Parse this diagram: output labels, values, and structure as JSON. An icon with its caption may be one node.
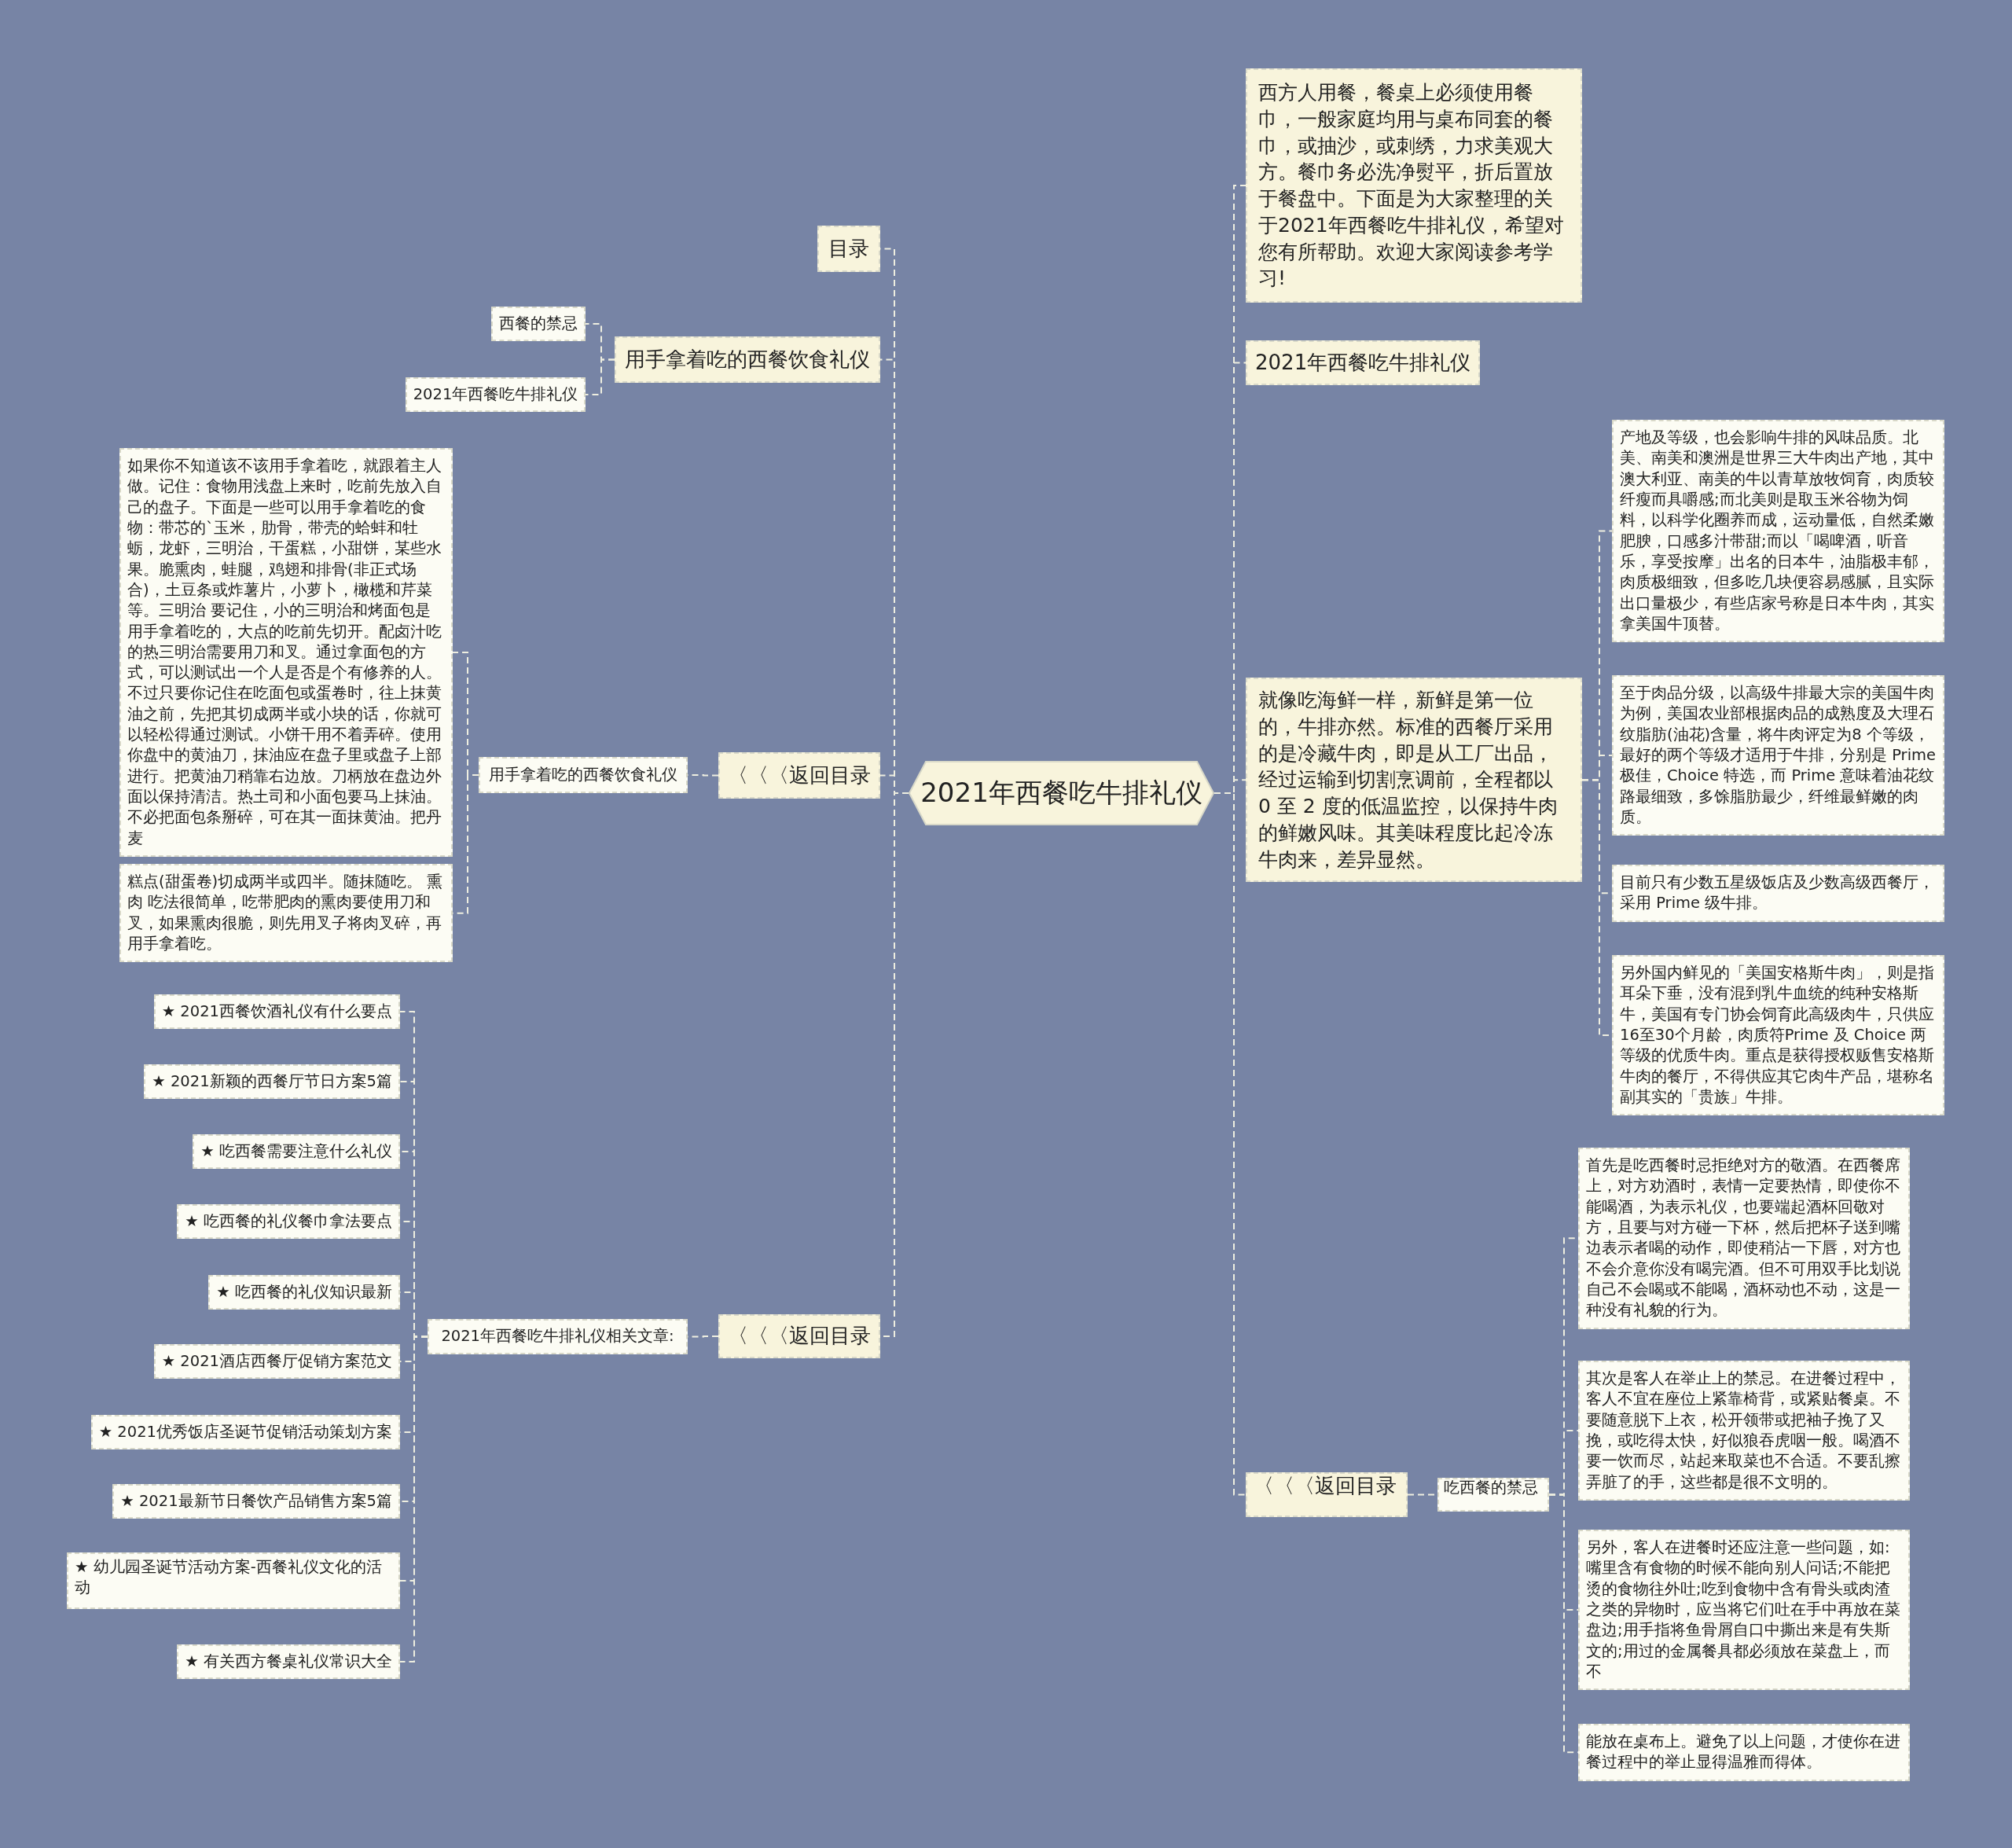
{
  "diagram": {
    "nodes": [
      {
        "text": [
          "2021年西餐吃牛排礼仪"
        ]
      },
      {
        "text": [
          "西方人用餐，餐桌上必须使用餐巾，一般家庭均用与桌布同套的餐巾，或抽沙，或刺绣，力求美观大方。餐巾务必洗净熨平，折后置放于餐盘中。下面是为大家整理的关于2021年西餐吃牛排礼仪，希望对您有所帮助。欢迎大家阅读参考学习!"
        ]
      },
      {
        "text": [
          "2021年西餐吃牛排礼仪"
        ]
      },
      {
        "text": [
          "就像吃海鲜一样，新鲜是第一位的，牛排亦然。标准的西餐厅采用的是冷藏牛肉，即是从工厂出品，经过运输到切割烹调前，全程都以 0 至 2 度的低温监控，以保持牛肉的鲜嫩风味。其美味程度比起冷冻牛肉来，差异显然。"
        ]
      },
      {
        "text": [
          "产地及等级，也会影响牛排的风味品质。北美、南美和澳洲是世界三大牛肉出产地，其中澳大利亚、南美的牛以青草放牧饲育，肉质较纤瘦而具嚼感;而北美则是取玉米谷物为饲料，以科学化圈养而成，运动量低，自然柔嫩肥腴，口感多汁带甜;而以「喝啤酒，听音乐，享受按摩」出名的日本牛，油脂极丰郁，肉质极细致，但多吃几块便容易感腻，且实际出口量极少，有些店家号称是日本牛肉，其实拿美国牛顶替。"
        ]
      },
      {
        "text": [
          "至于肉品分级，以高级牛排最大宗的美国牛肉为例，美国农业部根据肉品的成熟度及大理石纹脂肪(油花)含量，将牛肉评定为8 个等级，最好的两个等级才适用于牛排，分别是 Prime 极佳，Choice 特选，而 Prime 意味着油花纹路最细致，多馀脂肪最少，纤维最鲜嫩的肉质。"
        ]
      },
      {
        "text": [
          "目前只有少数五星级饭店及少数高级西餐厅，采用 Prime 级牛排。"
        ]
      },
      {
        "text": [
          "另外国内鲜见的「美国安格斯牛肉」，则是指耳朵下垂，没有混到乳牛血统的纯种安格斯牛，美国有专门协会饲育此高级肉牛，只供应 16至30个月龄，肉质符Prime 及 Choice 两等级的优质牛肉。重点是获得授权贩售安格斯牛肉的餐厅，不得供应其它肉牛产品，堪称名副其实的「贵族」牛排。"
        ]
      },
      {
        "text": [
          "〈〈〈返回目录"
        ]
      },
      {
        "text": [
          "吃西餐的禁忌"
        ]
      },
      {
        "text": [
          "首先是吃西餐时忌拒绝对方的敬酒。在西餐席上，对方劝酒时，表情一定要热情，即使你不能喝酒，为表示礼仪，也要端起酒杯回敬对方，且要与对方碰一下杯，然后把杯子送到嘴边表示者喝的动作，即使稍沾一下唇，对方也不会介意你没有喝完酒。但不可用双手比划说自己不会喝或不能喝，酒杯动也不动，这是一种没有礼貌的行为。"
        ]
      },
      {
        "text": [
          "其次是客人在举止上的禁忌。在进餐过程中，客人不宜在座位上紧靠椅背，或紧贴餐桌。不要随意脱下上衣，松开领带或把袖子挽了又挽，或吃得太快，好似狼吞虎咽一般。喝酒不要一饮而尽，站起来取菜也不合适。不要乱擦弄脏了的手，这些都是很不文明的。"
        ]
      },
      {
        "text": [
          "另外，客人在进餐时还应注意一些问题，如:嘴里含有食物的时候不能向别人问话;不能把烫的食物往外吐;吃到食物中含有骨头或肉渣之类的异物时，应当将它们吐在手中再放在菜盘边;用手指将鱼骨屑自口中撕出来是有失斯文的;用过的金属餐具都必须放在菜盘上，而不"
        ]
      },
      {
        "text": [
          "能放在桌布上。避免了以上问题，才使你在进餐过程中的举止显得温雅而得体。"
        ]
      },
      {
        "text": [
          "目录"
        ]
      },
      {
        "text": [
          "用手拿着吃的西餐饮食礼仪"
        ]
      },
      {
        "text": [
          "西餐的禁忌"
        ]
      },
      {
        "text": [
          "2021年西餐吃牛排礼仪"
        ]
      },
      {
        "text": [
          "〈〈〈返回目录"
        ]
      },
      {
        "text": [
          "用手拿着吃的西餐饮食礼仪"
        ]
      },
      {
        "text": [
          "如果你不知道该不该用手拿着吃，就跟着主人做。记住：食物用浅盘上来时，吃前先放入自己的盘子。下面是一些可以用手拿着吃的食物：带芯的`玉米，肋骨，带壳的蛤蚌和牡蛎，龙虾，三明治，干蛋糕，小甜饼，某些水果。脆熏肉，蛙腿，鸡翅和排骨(非正式场合)，土豆条或炸薯片，小萝卜，橄榄和芹菜等。三明治 要记住，小的三明治和烤面包是用手拿着吃的，大点的吃前先切开。配卤汁吃的热三明治需要用刀和叉。通过拿面包的方式，可以测试出一个人是否是个有修养的人。不过只要你记住在吃面包或蛋卷时，往上抹黄油之前，先把其切成两半或小块的话，你就可以轻松得通过测试。小饼干用不着弄碎。使用你盘中的黄油刀，抹油应在盘子里或盘子上部进行。把黄油刀稍靠右边放。刀柄放在盘边外面以保持清洁。热土司和小面包要马上抹油。不必把面包条掰碎，可在其一面抹黄油。把丹麦"
        ]
      },
      {
        "text": [
          "糕点(甜蛋卷)切成两半或四半。随抹随吃。 熏肉 吃法很简单，吃带肥肉的熏肉要使用刀和叉，如果熏肉很脆，则先用叉子将肉叉碎，再用手拿着吃。"
        ]
      },
      {
        "text": [
          "〈〈〈返回目录"
        ]
      },
      {
        "text": [
          "2021年西餐吃牛排礼仪相关文章:"
        ]
      },
      {
        "text": [
          "★ 2021西餐饮酒礼仪有什么要点"
        ]
      },
      {
        "text": [
          "★ 2021新颖的西餐厅节日方案5篇"
        ]
      },
      {
        "text": [
          "★ 吃西餐需要注意什么礼仪"
        ]
      },
      {
        "text": [
          "★ 吃西餐的礼仪餐巾拿法要点"
        ]
      },
      {
        "text": [
          "★ 吃西餐的礼仪知识最新"
        ]
      },
      {
        "text": [
          "★ 2021酒店西餐厅促销方案范文"
        ]
      },
      {
        "text": [
          "★ 2021优秀饭店圣诞节促销活动策划方案"
        ]
      },
      {
        "text": [
          "★ 2021最新节日餐饮产品销售方案5篇"
        ]
      },
      {
        "text": [
          "★ 幼儿园圣诞节活动方案-西餐礼仪文化的活动"
        ]
      },
      {
        "text": [
          "★ 有关西方餐桌礼仪常识大全"
        ]
      }
    ],
    "edges": [
      {
        "from": 0,
        "to": 1,
        "arrow": "none"
      },
      {
        "from": 0,
        "to": 2,
        "arrow": "none"
      },
      {
        "from": 0,
        "to": 3,
        "arrow": "none"
      },
      {
        "from": 3,
        "to": 4,
        "arrow": "none"
      },
      {
        "from": 3,
        "to": 5,
        "arrow": "none"
      },
      {
        "from": 3,
        "to": 6,
        "arrow": "none"
      },
      {
        "from": 3,
        "to": 7,
        "arrow": "none"
      },
      {
        "from": 0,
        "to": 8,
        "arrow": "none"
      },
      {
        "from": 8,
        "to": 9,
        "arrow": "none"
      },
      {
        "from": 9,
        "to": 10,
        "arrow": "none"
      },
      {
        "from": 9,
        "to": 11,
        "arrow": "none"
      },
      {
        "from": 9,
        "to": 12,
        "arrow": "none"
      },
      {
        "from": 9,
        "to": 13,
        "arrow": "none"
      },
      {
        "from": 0,
        "to": 14,
        "arrow": "none"
      },
      {
        "from": 0,
        "to": 15,
        "arrow": "none"
      },
      {
        "from": 15,
        "to": 16,
        "arrow": "none"
      },
      {
        "from": 15,
        "to": 17,
        "arrow": "none"
      },
      {
        "from": 0,
        "to": 18,
        "arrow": "none"
      },
      {
        "from": 18,
        "to": 19,
        "arrow": "none"
      },
      {
        "from": 19,
        "to": 20,
        "arrow": "none"
      },
      {
        "from": 19,
        "to": 21,
        "arrow": "none"
      },
      {
        "from": 0,
        "to": 22,
        "arrow": "none"
      },
      {
        "from": 22,
        "to": 23,
        "arrow": "none"
      },
      {
        "from": 23,
        "to": 24,
        "arrow": "none"
      },
      {
        "from": 23,
        "to": 25,
        "arrow": "none"
      },
      {
        "from": 23,
        "to": 26,
        "arrow": "none"
      },
      {
        "from": 23,
        "to": 27,
        "arrow": "none"
      },
      {
        "from": 23,
        "to": 28,
        "arrow": "none"
      },
      {
        "from": 23,
        "to": 29,
        "arrow": "none"
      },
      {
        "from": 23,
        "to": 30,
        "arrow": "none"
      },
      {
        "from": 23,
        "to": 31,
        "arrow": "none"
      },
      {
        "from": 23,
        "to": 32,
        "arrow": "none"
      },
      {
        "from": 23,
        "to": 33,
        "arrow": "none"
      }
    ]
  }
}
